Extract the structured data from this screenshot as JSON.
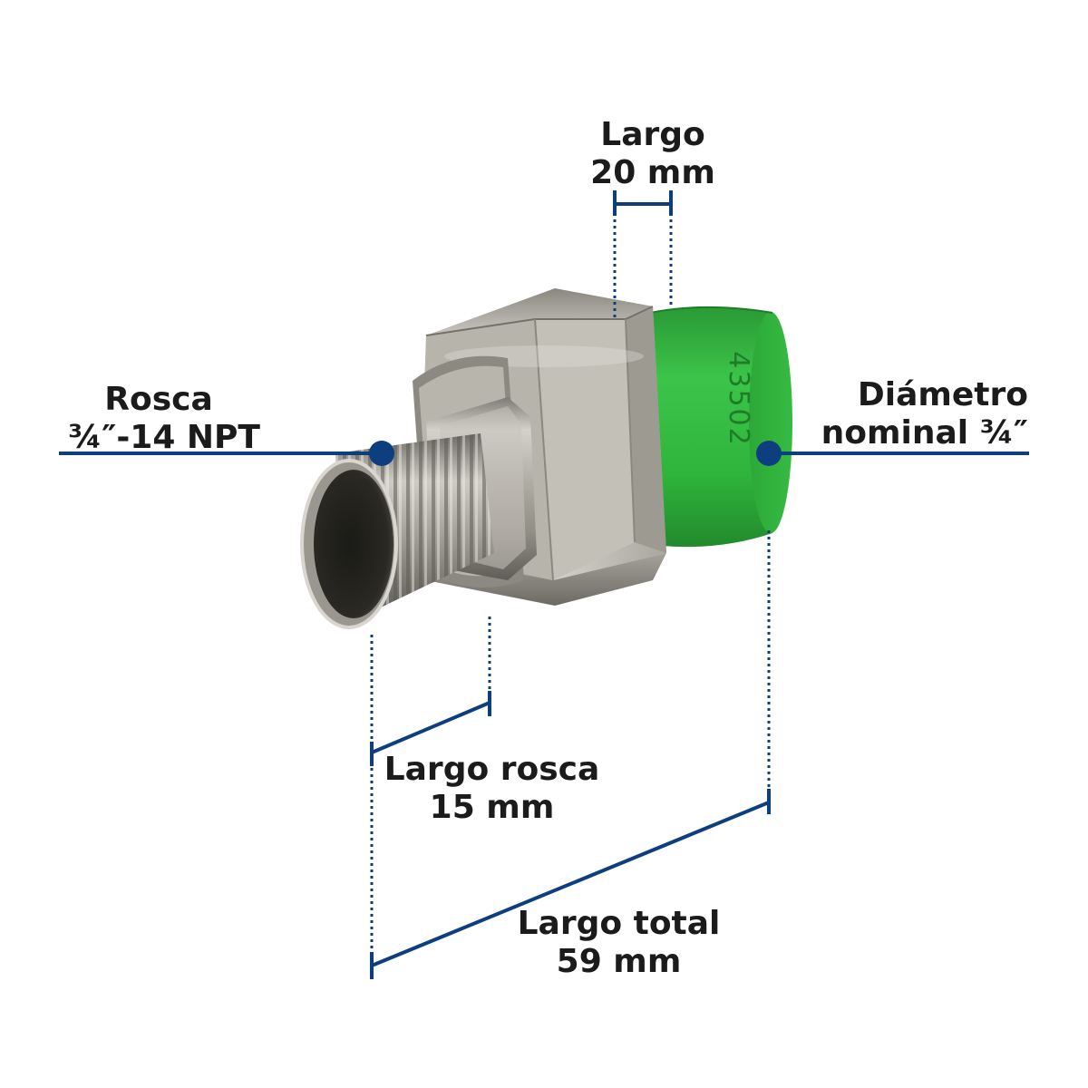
{
  "diagram": {
    "labels": {
      "thread": {
        "line1": "Rosca",
        "line2": "¾″-14 NPT"
      },
      "socket_length": {
        "line1": "Largo",
        "line2": "20 mm"
      },
      "nominal_diameter": {
        "line1": "Diámetro",
        "line2": "nominal ¾″"
      },
      "thread_length": {
        "line1": "Largo rosca",
        "line2": "15 mm"
      },
      "total_length": {
        "line1": "Largo total",
        "line2": "59 mm"
      }
    },
    "socket_marking": "43502",
    "colors": {
      "dimension_line": "#0d3e7e",
      "socket_green": "#2fb43c",
      "metal": "#a7a49c",
      "text": "#1b1b1b"
    }
  }
}
